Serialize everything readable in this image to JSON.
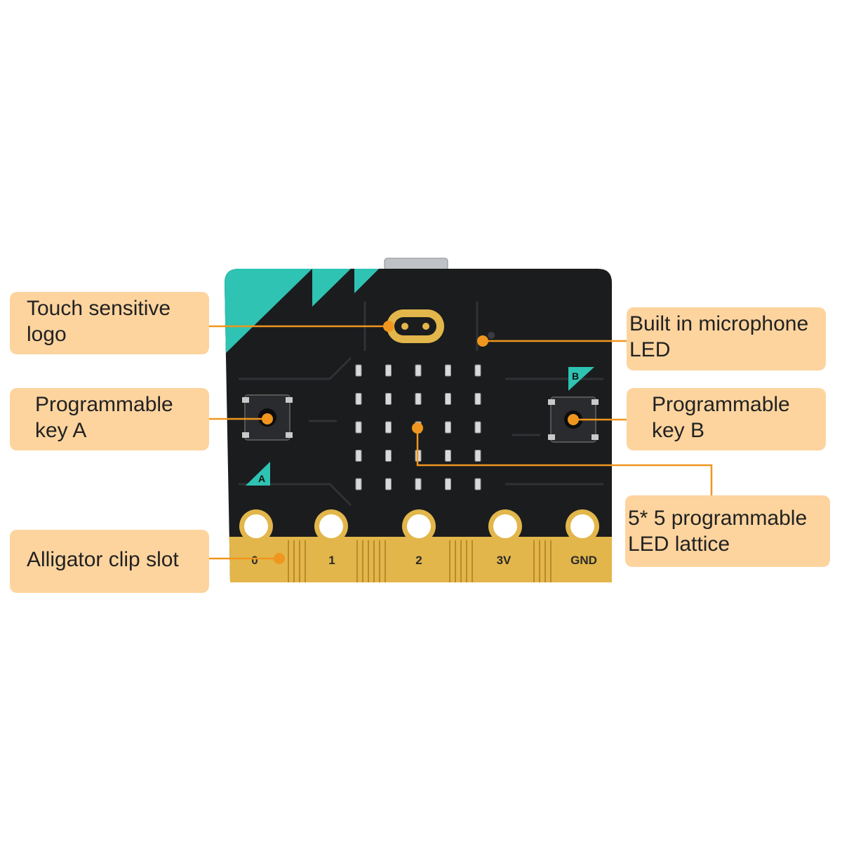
{
  "callouts": {
    "logo": [
      "Touch sensitive",
      "logo"
    ],
    "key_a": [
      "Programmable",
      "key A"
    ],
    "clip": [
      "Alligator clip slot"
    ],
    "mic": [
      "Built in microphone",
      "LED"
    ],
    "key_b": [
      "Programmable",
      "key B"
    ],
    "leds": [
      "5* 5 programmable",
      "LED lattice"
    ]
  },
  "board": {
    "pins": [
      "0",
      "1",
      "2",
      "3V",
      "GND"
    ],
    "button_a_letter": "A",
    "button_b_letter": "B",
    "led_grid": {
      "rows": 5,
      "cols": 5
    }
  },
  "colors": {
    "callout_fill": "#fdd49e",
    "leader_line": "#f0961e",
    "board": "#1b1c1e",
    "accent": "#2ec3b3",
    "gold": "#e2b64a"
  }
}
